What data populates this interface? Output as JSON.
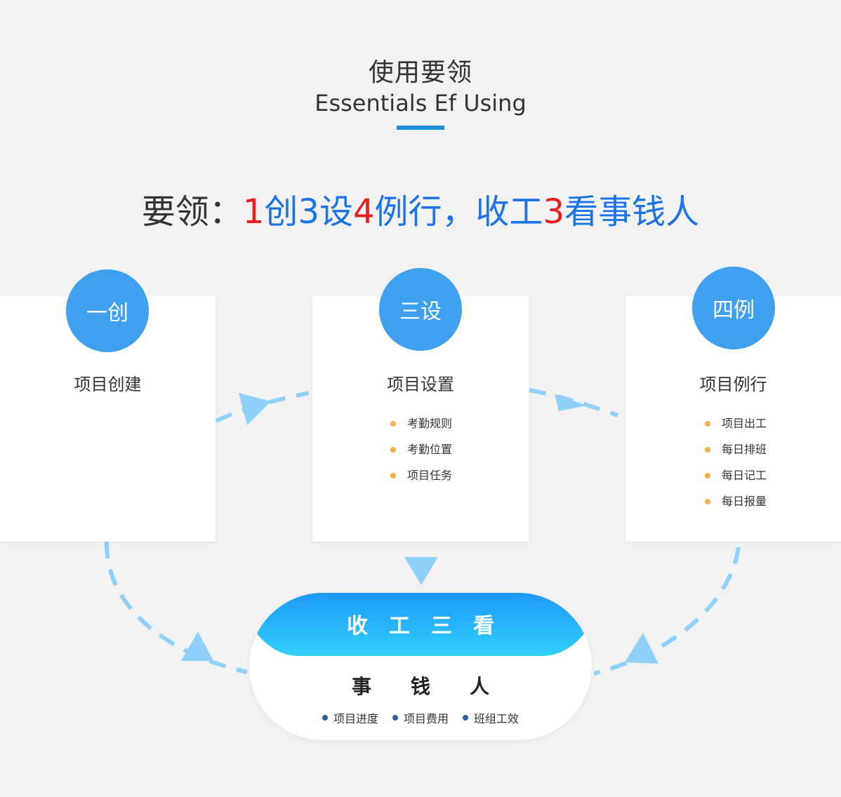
{
  "header": {
    "title_cn": "使用要领",
    "title_en": "Essentials Ef Using"
  },
  "tagline": {
    "prefix": "要领：",
    "n1": "1",
    "w1": "创",
    "n2": "3",
    "w2": "设",
    "n3": "4",
    "w3": "例行，收工",
    "n4": "3",
    "w4": "看事钱人"
  },
  "steps": [
    {
      "badge": "一创",
      "title": "项目创建",
      "items": []
    },
    {
      "badge": "三设",
      "title": "项目设置",
      "items": [
        "考勤规则",
        "考勤位置",
        "项目任务"
      ]
    },
    {
      "badge": "四例",
      "title": "项目例行",
      "items": [
        "项目出工",
        "每日排班",
        "每日记工",
        "每日报量"
      ]
    }
  ],
  "summary": {
    "header": "收工三看",
    "subheader": "事钱人",
    "items": [
      "项目进度",
      "项目费用",
      "班组工效"
    ]
  },
  "colors": {
    "badge": "#3fa0ef",
    "accent_red": "#ee1c1c",
    "accent_blue": "#1a73e8",
    "bullet_orange": "#f2b04a",
    "bullet_navy": "#2d5fa8",
    "arrow": "#8fd0fb",
    "band_top": "#1e98f7",
    "band_bottom": "#31d1fc"
  }
}
